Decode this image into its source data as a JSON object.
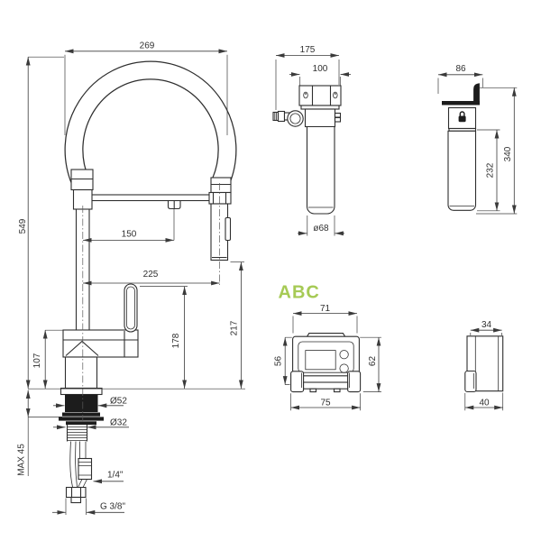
{
  "watermark": {
    "text": "ABC",
    "color": "#a6ca55"
  },
  "faucet": {
    "spout_width": "269",
    "total_height": "549",
    "hose_drop": "150",
    "spout_reach": "225",
    "body_height": "107",
    "handle_height": "178",
    "head_height": "217",
    "base_diameter": "Ø52",
    "shank_diameter": "Ø32",
    "max_counter_thickness": "MAX 45",
    "hose_connection": "1/4\"",
    "supply_connection": "G 3/8\""
  },
  "filter_unit": {
    "overall_width": "175",
    "head_width": "100",
    "body_diameter": "ø68"
  },
  "filter_cartridge": {
    "depth": "86",
    "body_height": "232",
    "total_height": "340"
  },
  "control_box_front": {
    "top_width": "71",
    "body_height": "56",
    "total_height": "62",
    "base_width": "75"
  },
  "control_box_side": {
    "top_depth": "34",
    "base_depth": "40"
  }
}
